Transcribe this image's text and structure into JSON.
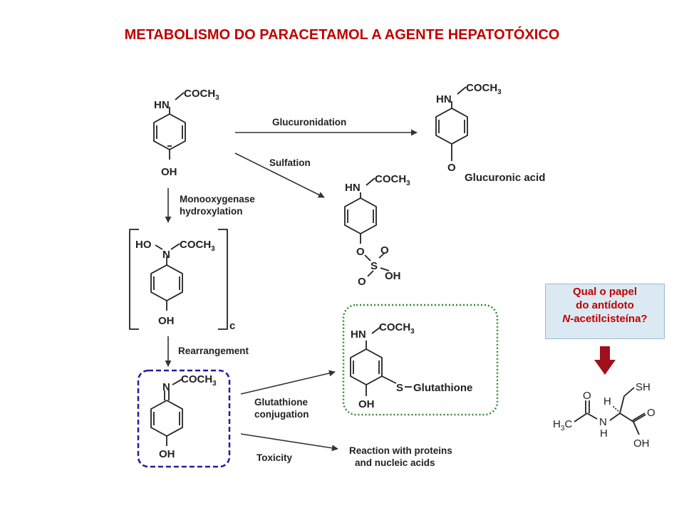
{
  "title": "METABOLISMO DO PARACETAMOL A AGENTE HEPATOTÓXICO",
  "colors": {
    "title": "#c00000",
    "blue_box": "#1f1f9e",
    "green_box": "#2e8b2e",
    "question_box": "#dbe9f3",
    "question_text": "#c00000",
    "red_arrow": "#a0101c"
  },
  "molecules": {
    "paracetamol": {
      "nh": "HN",
      "acyl": "COCH",
      "sub": "3",
      "oh": "OH"
    },
    "glucuronide": {
      "nh": "HN",
      "acyl": "COCH",
      "sub": "3",
      "o": "O",
      "group": "Glucuronic acid"
    },
    "sulfate": {
      "nh": "HN",
      "acyl": "COCH",
      "sub": "3",
      "o1": "O",
      "s": "S",
      "o2": "O",
      "o3": "O",
      "oh": "OH"
    },
    "hydroxylamine": {
      "ho": "HO",
      "n": "N",
      "acyl": "COCH",
      "sub": "3",
      "oh": "OH",
      "bracket_label": "c"
    },
    "napqi": {
      "n": "N",
      "acyl": "COCH",
      "sub": "3",
      "oh": "OH"
    },
    "glutathione_conjugate": {
      "nh": "HN",
      "acyl": "COCH",
      "sub": "3",
      "s": "S",
      "group": "Glutathione",
      "oh": "OH"
    }
  },
  "reactions": {
    "glucuronidation": "Glucuronidation",
    "sulfation": "Sulfation",
    "monooxygenase_1": "Monooxygenase",
    "monooxygenase_2": "hydroxylation",
    "rearrangement": "Rearrangement",
    "glutathione_1": "Glutathione",
    "glutathione_2": "conjugation",
    "toxicity": "Toxicity",
    "reaction_1": "Reaction with proteins",
    "reaction_2": "and nucleic acids"
  },
  "question": {
    "line1": "Qual o papel",
    "line2": "do antídoto",
    "line3_italic": "N",
    "line3_rest": "-acetilcisteína?"
  },
  "nac": {
    "sh": "SH",
    "h": "H",
    "o1": "O",
    "o2": "O",
    "n": "N",
    "nh": "H",
    "h3c_a": "H",
    "h3c_sub": "3",
    "h3c_b": "C",
    "oh": "OH"
  }
}
